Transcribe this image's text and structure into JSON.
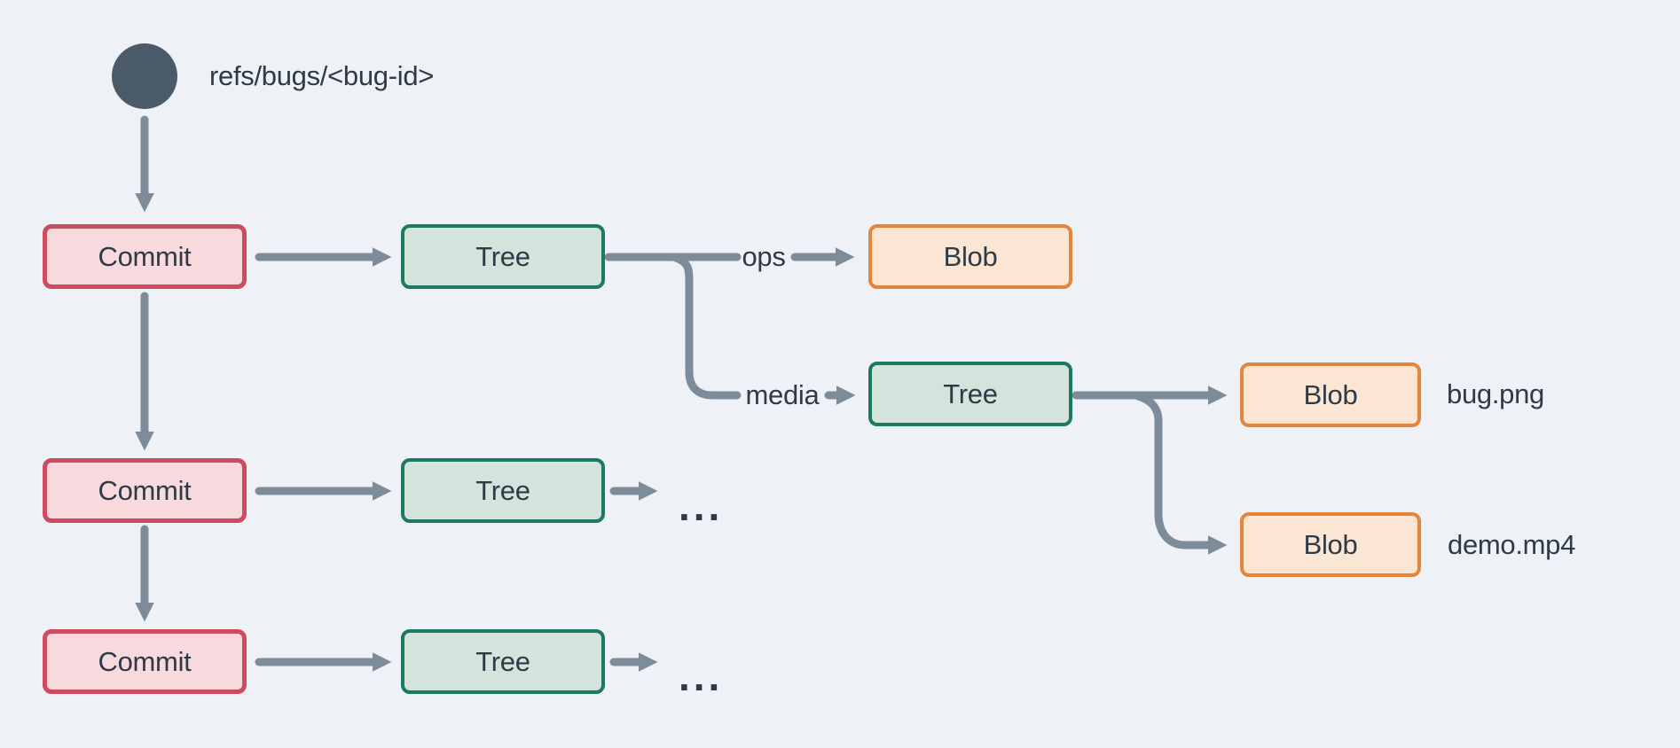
{
  "diagram": {
    "ref_label": "refs/bugs/<bug-id>",
    "nodes": {
      "commit": "Commit",
      "tree": "Tree",
      "blob": "Blob"
    },
    "edge_labels": {
      "ops": "ops",
      "media": "media"
    },
    "file_labels": {
      "bug": "bug.png",
      "demo": "demo.mp4"
    },
    "ellipsis": "...",
    "colors": {
      "background": "#eef2f6",
      "ref_circle": "#4b5a68",
      "arrow": "#7e8c9a",
      "text": "#2e3a46",
      "commit_fill": "#f8dade",
      "commit_border": "#ce4b60",
      "tree_fill": "#d4e3db",
      "tree_border": "#1e7a5e",
      "blob_fill": "#fbe5d3",
      "blob_border": "#e3853a"
    }
  }
}
